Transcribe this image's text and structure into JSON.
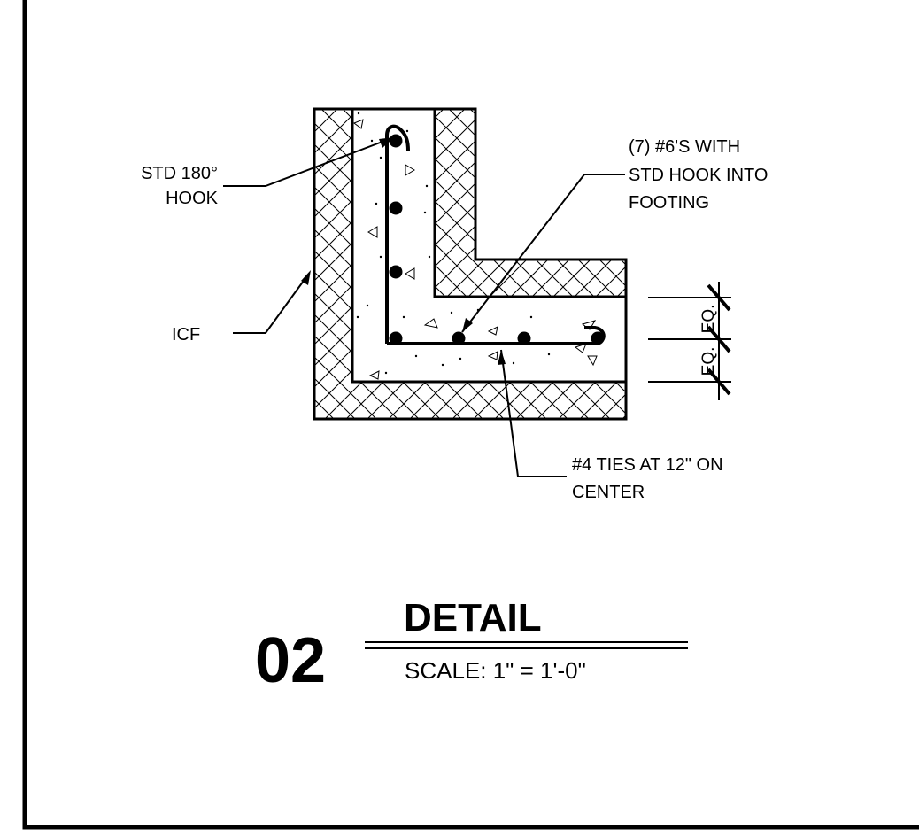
{
  "notes": {
    "hook_line1": "STD 180°",
    "hook_line2": "HOOK",
    "icf": "ICF",
    "bars_line1": "(7) #6'S WITH",
    "bars_line2": "STD HOOK INTO",
    "bars_line3": "FOOTING",
    "ties_line1": "#4 TIES AT 12\" ON",
    "ties_line2": "CENTER"
  },
  "dimension": {
    "upper": "EQ.",
    "lower": "EQ."
  },
  "title_block": {
    "number": "02",
    "title": "DETAIL",
    "scale": "SCALE:  1\" = 1'-0\""
  },
  "colors": {
    "ink": "#000000",
    "paper": "#ffffff"
  }
}
